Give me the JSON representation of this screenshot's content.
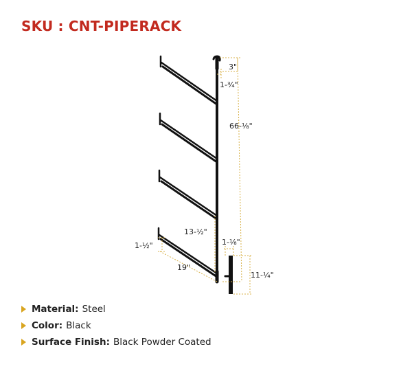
{
  "header": {
    "sku": "SKU : CNT-PIPERACK"
  },
  "colors": {
    "sku_red": "#c22a1f",
    "bullet_gold": "#d9a520",
    "dimension_gold": "#d8b24a",
    "rack_black": "#111111"
  },
  "diagram": {
    "dimensions": {
      "top_depth": "3\"",
      "top_offset": "1-¾\"",
      "total_height": "66-⅛\"",
      "arm_spacing": "13-½\"",
      "arm_lip": "1-½\"",
      "arm_length": "19\"",
      "plate_width": "1-⅛\"",
      "plate_height": "11-¼\""
    }
  },
  "specs": [
    {
      "label": "Material:",
      "value": "Steel"
    },
    {
      "label": "Color:",
      "value": "Black"
    },
    {
      "label": "Surface Finish:",
      "value": "Black Powder Coated"
    }
  ]
}
